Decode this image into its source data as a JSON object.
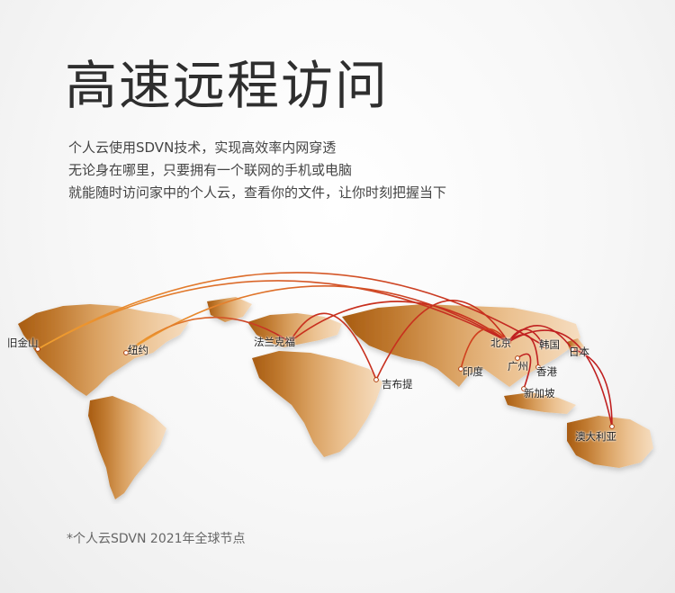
{
  "headline": "高速远程访问",
  "description": [
    "个人云使用SDVN技术，实现高效率内网穿透",
    "无论身在哪里，只要拥有一个联网的手机或电脑",
    "就能随时访问家中的个人云，查看你的文件，让你时刻把握当下"
  ],
  "cities": [
    {
      "key": "sf",
      "name": "旧金山"
    },
    {
      "key": "ny",
      "name": "纽约"
    },
    {
      "key": "fr",
      "name": "法兰克福"
    },
    {
      "key": "nb",
      "name": "吉布提"
    },
    {
      "key": "in",
      "name": "印度"
    },
    {
      "key": "bj",
      "name": "北京"
    },
    {
      "key": "gz",
      "name": "广州"
    },
    {
      "key": "hk",
      "name": "香港"
    },
    {
      "key": "sg",
      "name": "新加坡"
    },
    {
      "key": "kr",
      "name": "韩国"
    },
    {
      "key": "jp",
      "name": "日本"
    },
    {
      "key": "au",
      "name": "澳大利亚"
    }
  ],
  "footnote": "*个人云SDVN 2021年全球节点",
  "colors": {
    "land_dark": "#b3671b",
    "land_mid": "#d99a55",
    "land_light": "#f2d6b3",
    "arc_start": "#f0a030",
    "arc_end": "#c02020"
  }
}
